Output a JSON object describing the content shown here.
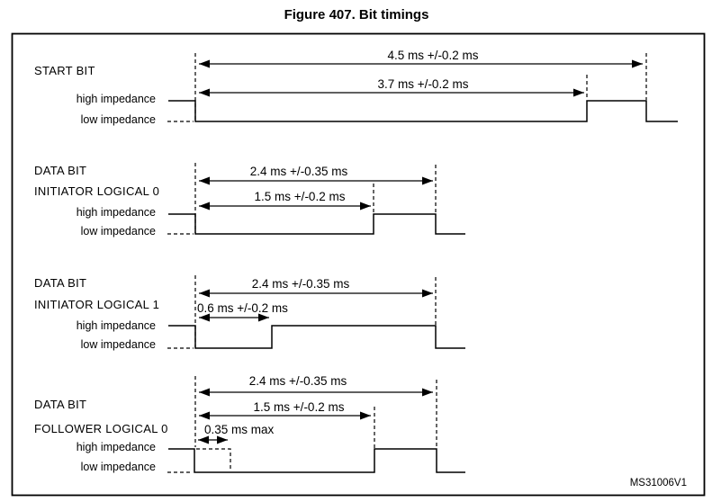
{
  "title": "Figure 407. Bit timings",
  "watermark": "MS31006V1",
  "sections": [
    {
      "name_lines": [
        "START BIT"
      ],
      "high_label": "high impedance",
      "low_label": "low impedance",
      "timings": [
        {
          "text": "4.5 ms +/-0.2 ms",
          "value_ms": 4.5,
          "tolerance_ms": 0.2
        },
        {
          "text": "3.7 ms +/-0.2 ms",
          "value_ms": 3.7,
          "tolerance_ms": 0.2
        }
      ]
    },
    {
      "name_lines": [
        "DATA BIT",
        "INITIATOR LOGICAL 0"
      ],
      "high_label": "high impedance",
      "low_label": "low impedance",
      "timings": [
        {
          "text": "2.4 ms +/-0.35 ms",
          "value_ms": 2.4,
          "tolerance_ms": 0.35
        },
        {
          "text": "1.5 ms +/-0.2 ms",
          "value_ms": 1.5,
          "tolerance_ms": 0.2
        }
      ]
    },
    {
      "name_lines": [
        "DATA BIT",
        "INITIATOR LOGICAL 1"
      ],
      "high_label": "high impedance",
      "low_label": "low impedance",
      "timings": [
        {
          "text": "2.4 ms +/-0.35 ms",
          "value_ms": 2.4,
          "tolerance_ms": 0.35
        },
        {
          "text": "0.6 ms +/-0.2 ms",
          "value_ms": 0.6,
          "tolerance_ms": 0.2
        }
      ]
    },
    {
      "name_lines": [
        "DATA BIT",
        "FOLLOWER LOGICAL 0"
      ],
      "high_label": "high impedance",
      "low_label": "low impedance",
      "timings": [
        {
          "text": "2.4 ms +/-0.35 ms",
          "value_ms": 2.4,
          "tolerance_ms": 0.35
        },
        {
          "text": "1.5 ms +/-0.2 ms",
          "value_ms": 1.5,
          "tolerance_ms": 0.2
        },
        {
          "text": "0.35 ms max",
          "value_ms": 0.35,
          "qualifier": "max"
        }
      ]
    }
  ]
}
